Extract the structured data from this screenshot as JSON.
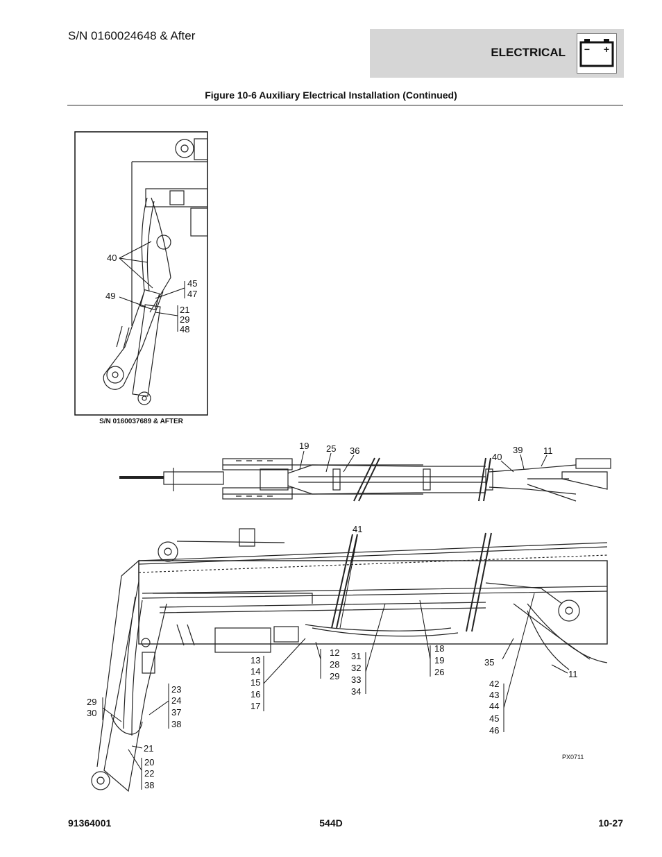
{
  "header": {
    "serial": "S/N 0160024648 & After",
    "section": "ELECTRICAL",
    "battery_minus": "−",
    "battery_plus": "+"
  },
  "figure": {
    "title": "Figure 10-6 Auxiliary Electrical Installation (Continued)",
    "inset_caption": "S/N 0160037689 & AFTER",
    "drawing_id": "PX0711"
  },
  "inset_callouts": {
    "c40": "40",
    "c49": "49",
    "g1": [
      "45",
      "47"
    ],
    "g2": [
      "21",
      "29",
      "48"
    ]
  },
  "plan_callouts": {
    "c19": "19",
    "c25": "25",
    "c36": "36",
    "c40": "40",
    "c39": "39",
    "c11": "11"
  },
  "side_callouts": {
    "c41": "41",
    "c35": "35",
    "c11": "11",
    "c21": "21",
    "g_13": [
      "13",
      "14",
      "15",
      "16",
      "17"
    ],
    "g_12": [
      "12",
      "28",
      "29"
    ],
    "g_31": [
      "31",
      "32",
      "33",
      "34"
    ],
    "g_18": [
      "18",
      "19",
      "26"
    ],
    "g_42": [
      "42",
      "43",
      "44",
      "45",
      "46"
    ],
    "g_23": [
      "23",
      "24",
      "37",
      "38"
    ],
    "g_29": [
      "29",
      "30"
    ],
    "g_20": [
      "20",
      "22",
      "38"
    ]
  },
  "footer": {
    "part_number": "91364001",
    "model": "544D",
    "page": "10-27"
  }
}
